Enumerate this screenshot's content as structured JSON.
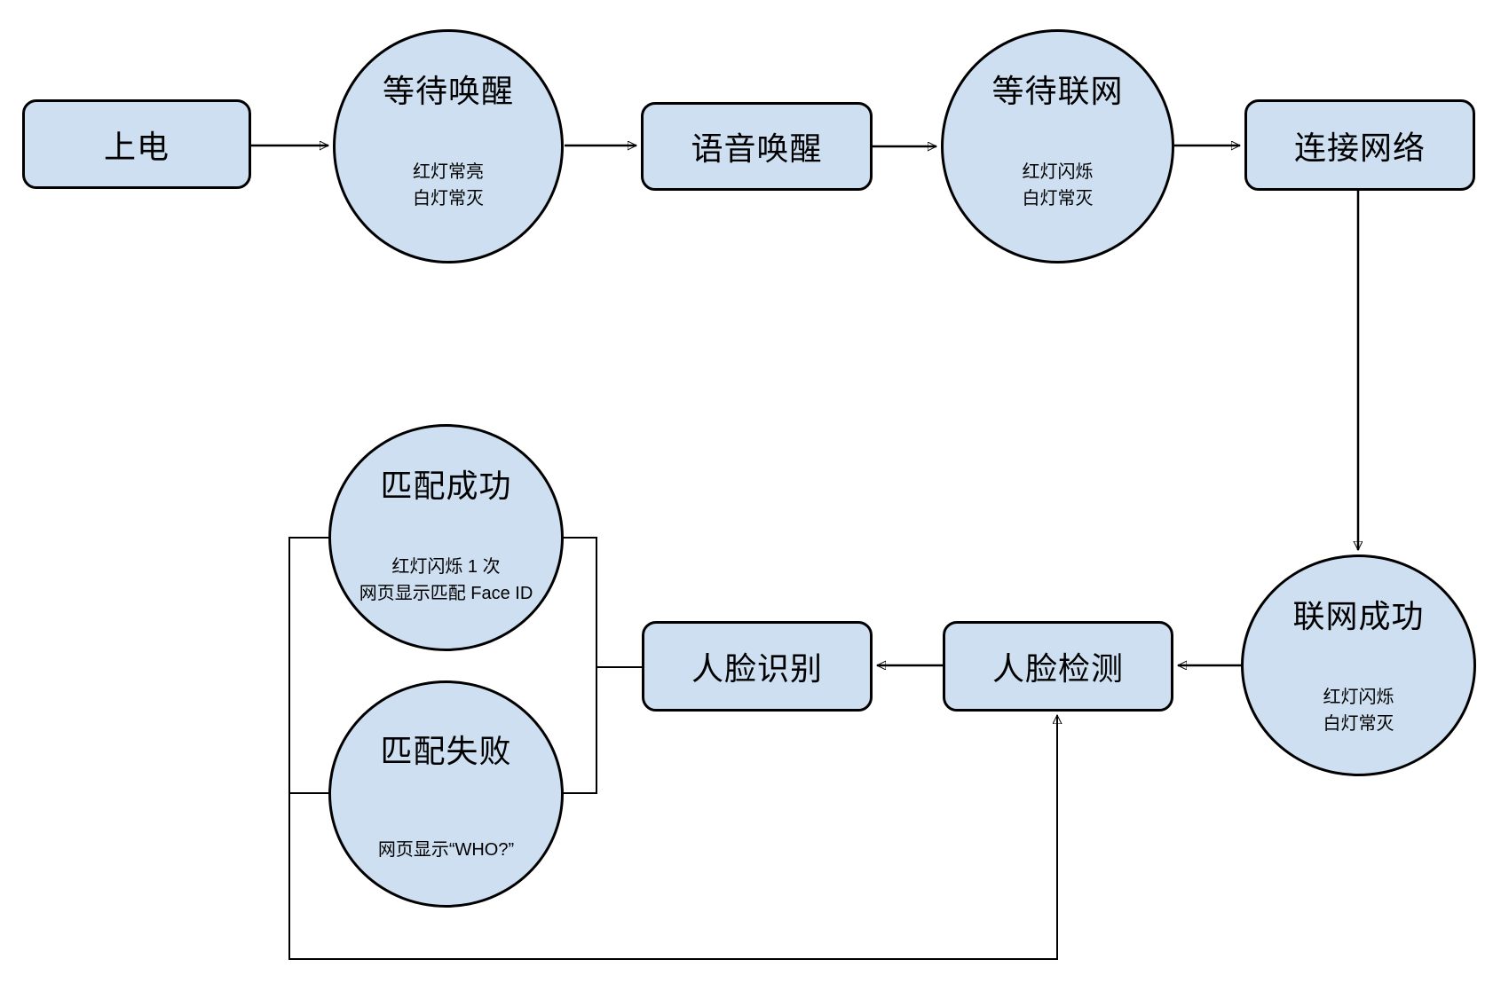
{
  "diagram": {
    "colors": {
      "node_fill": "#cddff1",
      "node_stroke": "#000000",
      "background": "#ffffff"
    },
    "nodes": {
      "power": {
        "label": "上电"
      },
      "wait_wake": {
        "title": "等待唤醒",
        "sub": [
          "红灯常亮",
          "白灯常灭"
        ]
      },
      "voice_wake": {
        "label": "语音唤醒"
      },
      "wait_network": {
        "title": "等待联网",
        "sub": [
          "红灯闪烁",
          "白灯常灭"
        ]
      },
      "connect_network": {
        "label": "连接网络"
      },
      "network_success": {
        "title": "联网成功",
        "sub": [
          "红灯闪烁",
          "白灯常灭"
        ]
      },
      "face_detect": {
        "label": "人脸检测"
      },
      "face_recognize": {
        "label": "人脸识别"
      },
      "match_success": {
        "title": "匹配成功",
        "sub": [
          "红灯闪烁 1 次",
          "网页显示匹配 Face ID"
        ]
      },
      "match_fail": {
        "title": "匹配失败",
        "sub": [
          "网页显示“WHO?”"
        ]
      }
    }
  }
}
